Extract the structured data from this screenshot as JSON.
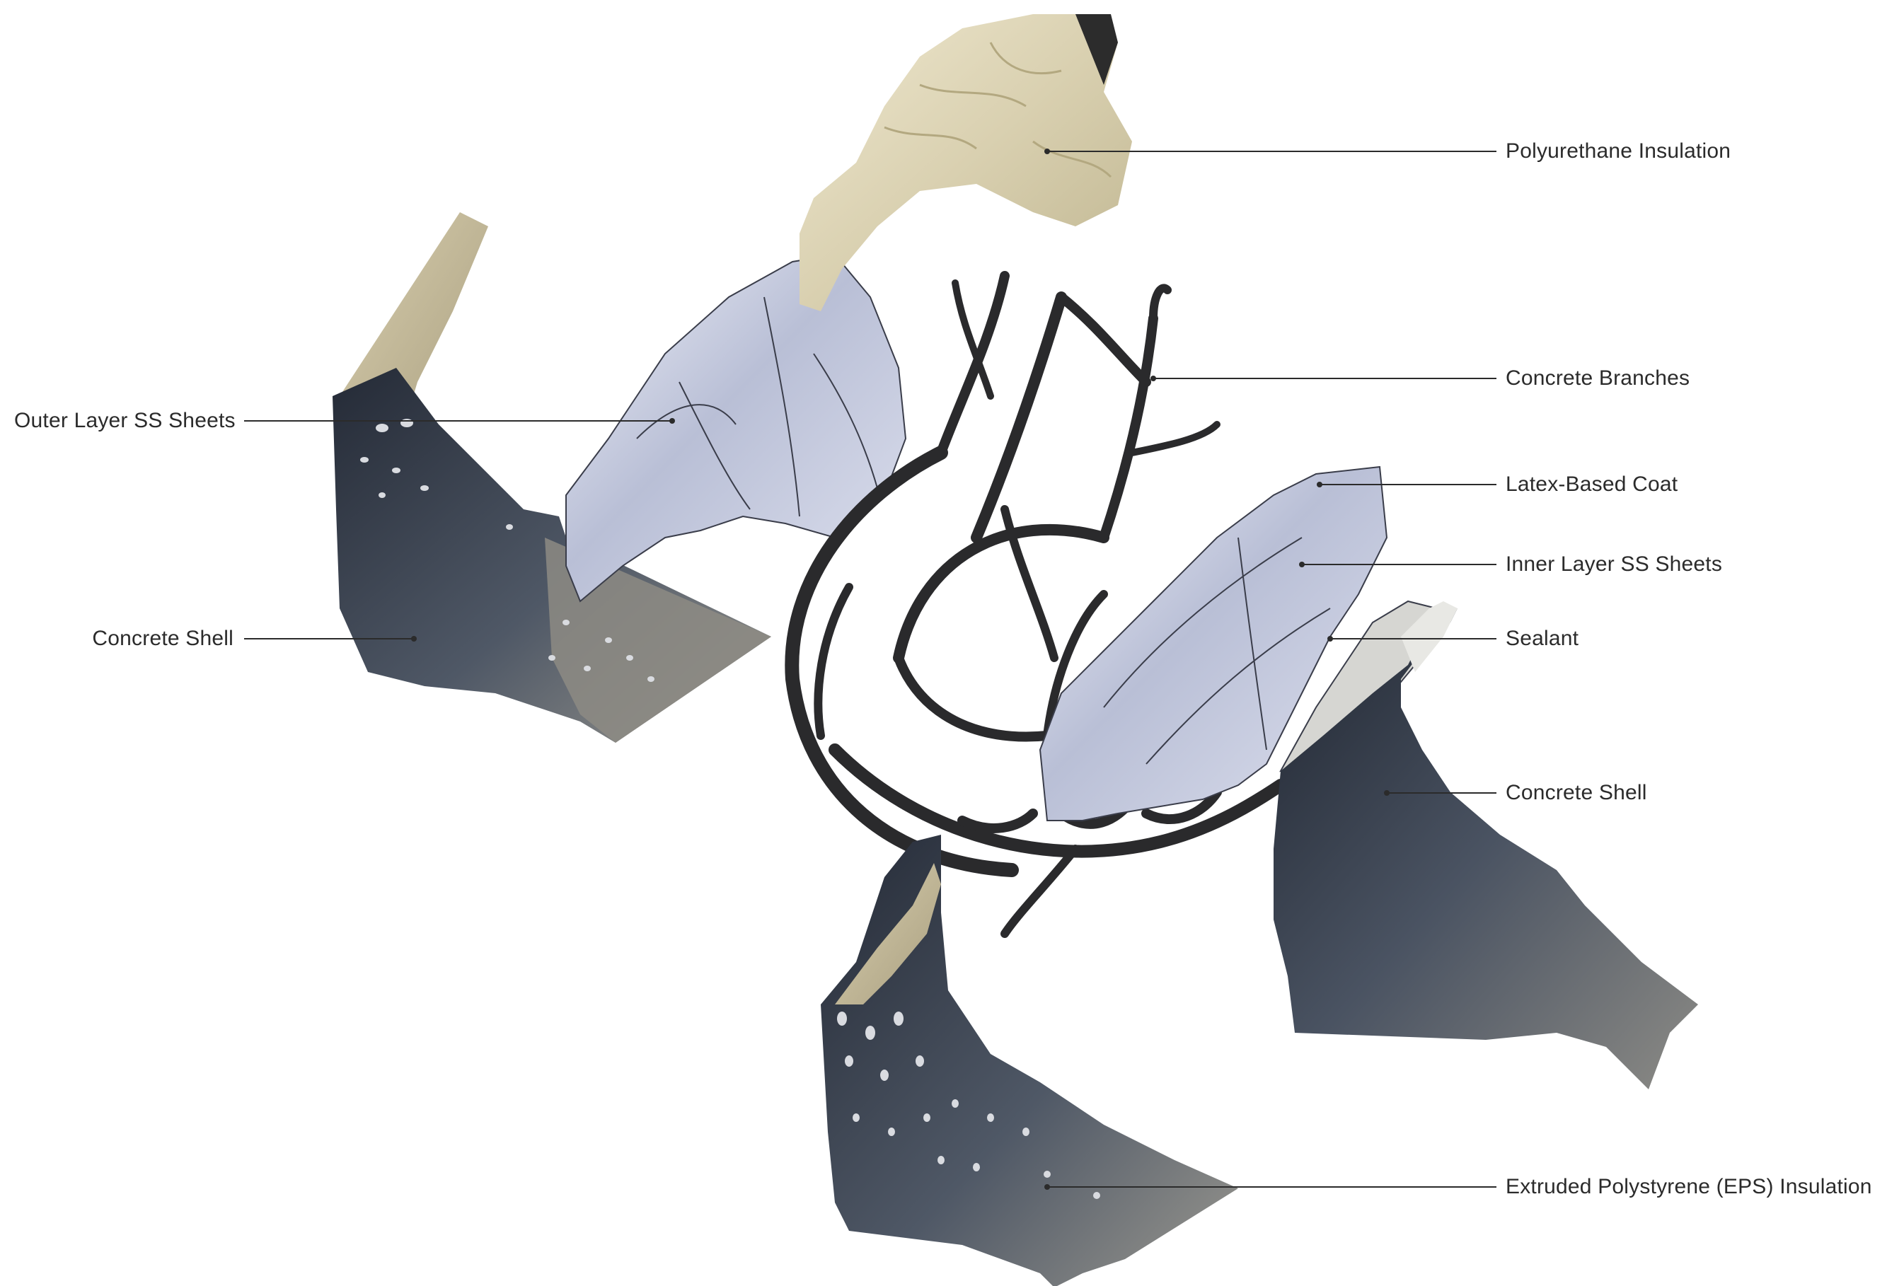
{
  "labels": {
    "polyurethane_insulation": "Polyurethane Insulation",
    "concrete_branches": "Concrete Branches",
    "outer_layer_ss_sheets": "Outer Layer SS Sheets",
    "latex_based_coat": "Latex-Based Coat",
    "inner_layer_ss_sheets": "Inner Layer SS Sheets",
    "concrete_shell_left": "Concrete Shell",
    "sealant": "Sealant",
    "concrete_shell_right": "Concrete Shell",
    "extruded_polystyrene_insulation": "Extruded Polystyrene (EPS) Insulation"
  },
  "colors": {
    "background": "#ffffff",
    "leader_line": "#2b2b2b",
    "label_text": "#2b2b2b",
    "polyurethane": "#e4dcc0",
    "stainless_sheet": "#c9cde0",
    "concrete_branch": "#2a2a2c",
    "concrete_shell_dark": "#2f3540",
    "concrete_shell_light": "#8a8a86"
  }
}
